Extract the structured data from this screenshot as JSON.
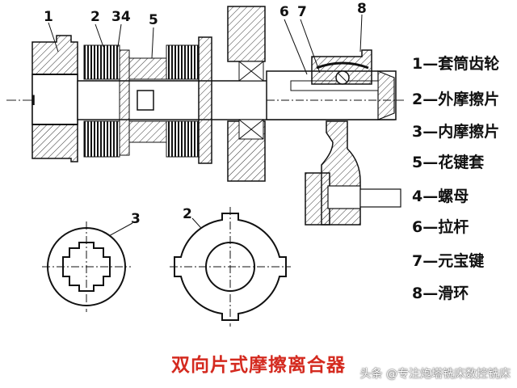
{
  "callouts": {
    "c1": "1",
    "c2": "2",
    "c34": "34",
    "c5": "5",
    "c6": "6",
    "c7": "7",
    "c8": "8",
    "roman": "I",
    "sec3": "3",
    "sec2": "2"
  },
  "legend": [
    "1—套筒齿轮",
    "2—外摩擦片",
    "3—内摩擦片",
    "5—花键套",
    "4—螺母",
    "6—拉杆",
    "7—元宝键",
    "8—滑环"
  ],
  "caption": "双向片式摩擦离合器",
  "watermark": "头条 @专注炮塔铣床数控铣床",
  "colors": {
    "caption": "#d42a1f",
    "line": "#1a1a1a",
    "hatch": "#333333"
  }
}
